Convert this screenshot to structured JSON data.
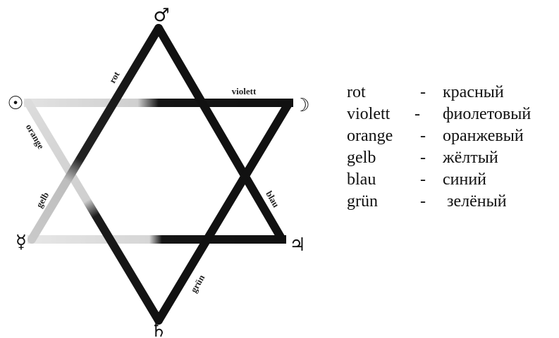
{
  "diagram": {
    "edge_labels": {
      "rot": "rot",
      "violett": "violett",
      "orange": "orange",
      "gelb": "gelb",
      "blau": "blau",
      "gruen": "grün"
    },
    "planet_symbols": {
      "mars": "♂",
      "moon": "☽",
      "jupiter": "♃",
      "saturn": "♄",
      "mercury": "☿",
      "sun": "☉"
    }
  },
  "legend": [
    {
      "german": "rot",
      "dash": "-",
      "russian": "красный"
    },
    {
      "german": "violett",
      "dash": "-",
      "russian": "фиолетовый"
    },
    {
      "german": "orange",
      "dash": "-",
      "russian": "оранжевый"
    },
    {
      "german": "gelb",
      "dash": "-",
      "russian": "жёлтый"
    },
    {
      "german": "blau",
      "dash": "-",
      "russian": "синий"
    },
    {
      "german": "grün",
      "dash": "-",
      "russian": "зелёный"
    }
  ],
  "colors": {
    "ink": "#111111",
    "faint": "#c8c8c8"
  }
}
